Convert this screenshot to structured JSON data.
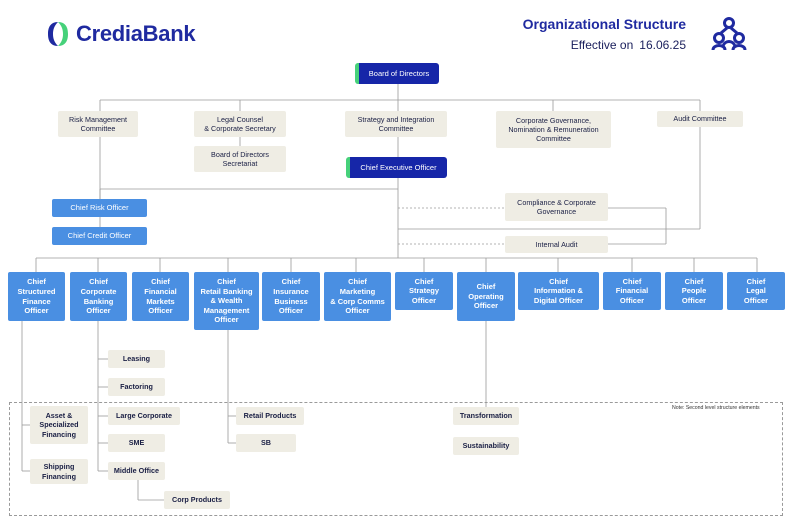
{
  "brand": {
    "name": "CrediaBank",
    "color": "#1f2aa0",
    "accent": "#46d17a"
  },
  "header": {
    "title": "Organizational Structure",
    "effective_label": "Effective on",
    "effective_date": "16.06.25",
    "icon": "people-group-icon"
  },
  "board": {
    "label": "Board of Directors"
  },
  "committees": [
    {
      "label": "Risk Management\nCommittee"
    },
    {
      "label": "Legal Counsel\n& Corporate Secretary"
    },
    {
      "label": "Strategy and Integration\nCommittee"
    },
    {
      "label": "Corporate Governance,\nNomination & Remuneration\nCommittee"
    },
    {
      "label": "Audit Committee"
    }
  ],
  "secretariat": {
    "label": "Board of Directors\nSecretariat"
  },
  "ceo": {
    "label": "Chief Executive Officer"
  },
  "risk_officers": [
    {
      "label": "Chief Risk Officer"
    },
    {
      "label": "Chief Credit Officer"
    }
  ],
  "compliance": {
    "label": "Compliance & Corporate\nGovernance"
  },
  "internal_audit": {
    "label": "Internal Audit"
  },
  "chiefs": [
    {
      "label": "Chief\nStructured\nFinance\nOfficer"
    },
    {
      "label": "Chief\nCorporate\nBanking\nOfficer"
    },
    {
      "label": "Chief\nFinancial\nMarkets\nOfficer"
    },
    {
      "label": "Chief\nRetail Banking\n& Wealth\nManagement\nOfficer"
    },
    {
      "label": "Chief\nInsurance\nBusiness\nOfficer"
    },
    {
      "label": "Chief\nMarketing\n& Corp Comms\nOfficer"
    },
    {
      "label": "Chief\nStrategy\nOfficer"
    },
    {
      "label": "Chief\nOperating\nOfficer"
    },
    {
      "label": "Chief\nInformation &\nDigital Officer"
    },
    {
      "label": "Chief\nFinancial\nOfficer"
    },
    {
      "label": "Chief\nPeople\nOfficer"
    },
    {
      "label": "Chief\nLegal\nOfficer"
    }
  ],
  "second_level": {
    "structured": [
      {
        "label": "Asset &\nSpecialized\nFinancing"
      },
      {
        "label": "Shipping\nFinancing"
      }
    ],
    "corporate": [
      {
        "label": "Leasing"
      },
      {
        "label": "Factoring"
      },
      {
        "label": "Large Corporate"
      },
      {
        "label": "SME"
      },
      {
        "label": "Middle Office"
      }
    ],
    "corp_products": {
      "label": "Corp Products"
    },
    "retail": [
      {
        "label": "Retail Products"
      },
      {
        "label": "SB"
      }
    ],
    "operating": [
      {
        "label": "Transformation"
      },
      {
        "label": "Sustainability"
      }
    ]
  },
  "note": "Note: Second level structure elements"
}
